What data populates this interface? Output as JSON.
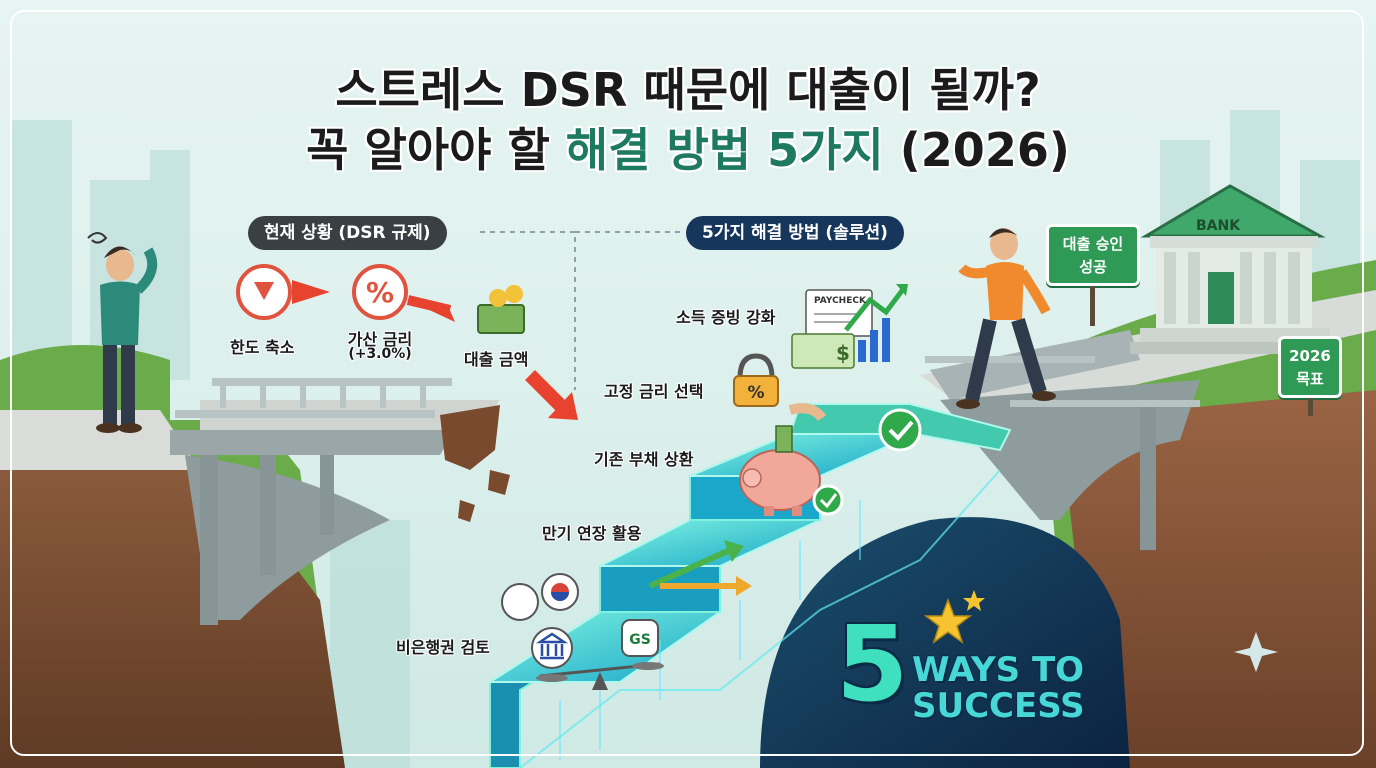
{
  "title": {
    "line1": "스트레스 DSR 때문에 대출이 될까?",
    "line2_part1": "꼭 알아야 할 ",
    "line2_highlight": "해결 방법 5가지",
    "line2_part2": " (2026)"
  },
  "left_section": {
    "pill": "현재 상황 (DSR 규제)",
    "items": [
      {
        "label": "한도 축소"
      },
      {
        "label": "가산 금리",
        "sub": "(+3.0%)"
      },
      {
        "label": "대출 금액"
      }
    ]
  },
  "right_section": {
    "pill": "5가지 해결 방법 (솔루션)",
    "solutions": [
      "소득 증빙 강화",
      "고정 금리 선택",
      "기존 부채 상환",
      "만기 연장 활용",
      "비은행권 검토"
    ]
  },
  "signs": {
    "approval": "대출 승인\n성공",
    "approval_line1": "대출 승인",
    "approval_line2": "성공",
    "goal_line1": "2026",
    "goal_line2": "목표"
  },
  "bank_label": "BANK",
  "paycheck_label": "PAYCHECK",
  "gs_label": "GS",
  "badge": {
    "number": "5",
    "line1": "WAYS TO",
    "line2": "SUCCESS"
  },
  "colors": {
    "highlight": "#1d7a5f",
    "sign_green": "#2e9a55",
    "stairs": "#3fe0c0",
    "pill_left": "#3a3f44",
    "pill_right": "#17365c"
  }
}
